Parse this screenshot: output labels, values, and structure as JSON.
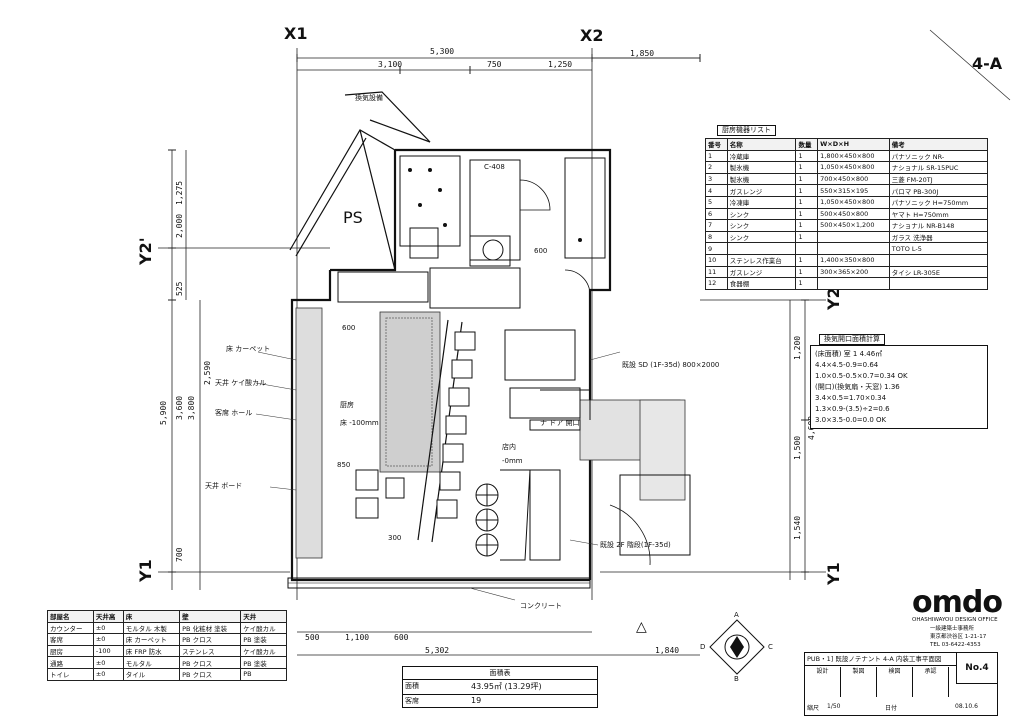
{
  "sheet_id": "4-A",
  "ps_label": "PS",
  "grid": {
    "x1": "X1",
    "x2": "X2",
    "y1_left": "Y1",
    "y2_left": "Y2'",
    "y1_right": "Y1",
    "y2_right": "Y2"
  },
  "dims_top": {
    "overall": "5,300",
    "seg_a": "3,100",
    "seg_b": "750",
    "seg_c": "1,250",
    "seg_d": "1,850"
  },
  "dims_left": {
    "d1": "1,275",
    "d2": "2,000",
    "d3": "525",
    "d4": "2,590",
    "d5": "5,900",
    "d6": "3,600",
    "d7": "3,800",
    "d8": "700"
  },
  "dims_right": {
    "r1": "1,200",
    "r2": "4,600",
    "r3": "1,500",
    "r4": "1,540"
  },
  "dims_bottom": {
    "b1": "500",
    "b2": "1,100",
    "b3": "600",
    "b4": "5,302",
    "b5": "1,840"
  },
  "plan_notes": [
    "換気設備",
    "600",
    "C-408",
    "600",
    "床 カーペット",
    "厨房",
    "床 -100mm",
    "店内",
    "-0mm",
    "既設 SD (1F-35d) 800×2000",
    "天井 ケイ酸カル",
    "客席 ホール",
    "天井 ボード",
    "300",
    "850",
    "ナ ドア 開口",
    "既設 2F 階段(1F-35d)",
    "コンクリート"
  ],
  "equipment": {
    "title": "厨房機器リスト",
    "header": [
      "番号",
      "名称",
      "数量",
      "W×D×H",
      "備考"
    ],
    "rows": [
      [
        "1",
        "冷蔵庫",
        "1",
        "1,800×450×800",
        "パナソニック NR-"
      ],
      [
        "2",
        "製氷機",
        "1",
        "1,050×450×800",
        "ナショナル SR-15PUC"
      ],
      [
        "3",
        "製氷機",
        "1",
        "700×450×800",
        "三菱 FM-20TJ"
      ],
      [
        "4",
        "ガスレンジ",
        "1",
        "550×315×195",
        "パロマ PB-300J"
      ],
      [
        "5",
        "冷凍庫",
        "1",
        "1,050×450×800",
        "パナソニック H=750mm"
      ],
      [
        "6",
        "シンク",
        "1",
        "500×450×800",
        "ヤマト H=750mm"
      ],
      [
        "7",
        "シンク",
        "1",
        "500×450×1,200",
        "ナショナル NR-B148"
      ],
      [
        "8",
        "シンク",
        "1",
        "",
        "ガラス 洗浄器"
      ],
      [
        "9",
        "",
        "",
        "",
        "TOTO L-5"
      ],
      [
        "10",
        "ステンレス作業台",
        "1",
        "1,400×350×800",
        ""
      ],
      [
        "11",
        "ガスレンジ",
        "1",
        "300×365×200",
        "タイシ LR-305E"
      ],
      [
        "12",
        "食器棚",
        "1",
        "",
        ""
      ]
    ]
  },
  "area_calc": {
    "title": "換気開口面積計算",
    "lines": [
      "(床面積) 室 1 4.46㎡",
      "4.4×4.5-0.9=0.64",
      "1.0×0.5-0.5×0.7=0.34 OK",
      "(開口)(換気扇・天窓) 1.36",
      "3.4×0.5=1.70×0.34",
      "1.3×0.9-(3.5)÷2=0.6",
      "3.0×3.5-0.0=0.0 OK"
    ]
  },
  "finish_table": {
    "header": [
      "部屋名",
      "天井高",
      "床",
      "壁",
      "天井"
    ],
    "rows": [
      [
        "カウンター",
        "±0",
        "モルタル 木製",
        "PB 化粧材 塗装",
        "ケイ酸カル"
      ],
      [
        "客席",
        "±0",
        "床 カーペット",
        "PB クロス",
        "PB 塗装"
      ],
      [
        "厨房",
        "-100",
        "床 FRP 防水",
        "ステンレス",
        "ケイ酸カル"
      ],
      [
        "通路",
        "±0",
        "モルタル",
        "PB クロス",
        "PB 塗装"
      ],
      [
        "トイレ",
        "±0",
        "タイル",
        "PB クロス",
        "PB"
      ]
    ]
  },
  "area_summary": {
    "title": "面積表",
    "row1_label": "面積",
    "row1_value": "43.95㎡ (13.29坪)",
    "row2_label": "客席",
    "row2_value": "19"
  },
  "compass": {
    "n": "A",
    "s": "B",
    "e": "C",
    "w": "D"
  },
  "logo": {
    "name": "omdo",
    "company": "OHASHIWAYOU DESIGN OFFICE",
    "lines": [
      "一級建築士事務所",
      "東京都渋谷区 1-21-17",
      "TEL 03-6422-4353"
    ]
  },
  "titleblock": {
    "project": "PUB・1] 既設ノテナント 4-A 内装工事平面図",
    "drawing_no": "No.4",
    "labels": [
      "設計",
      "製図",
      "検図",
      "承認",
      "縮尺",
      "日付"
    ],
    "scale": "1/50",
    "date": "08.10.6"
  },
  "triangle_mark": "△"
}
